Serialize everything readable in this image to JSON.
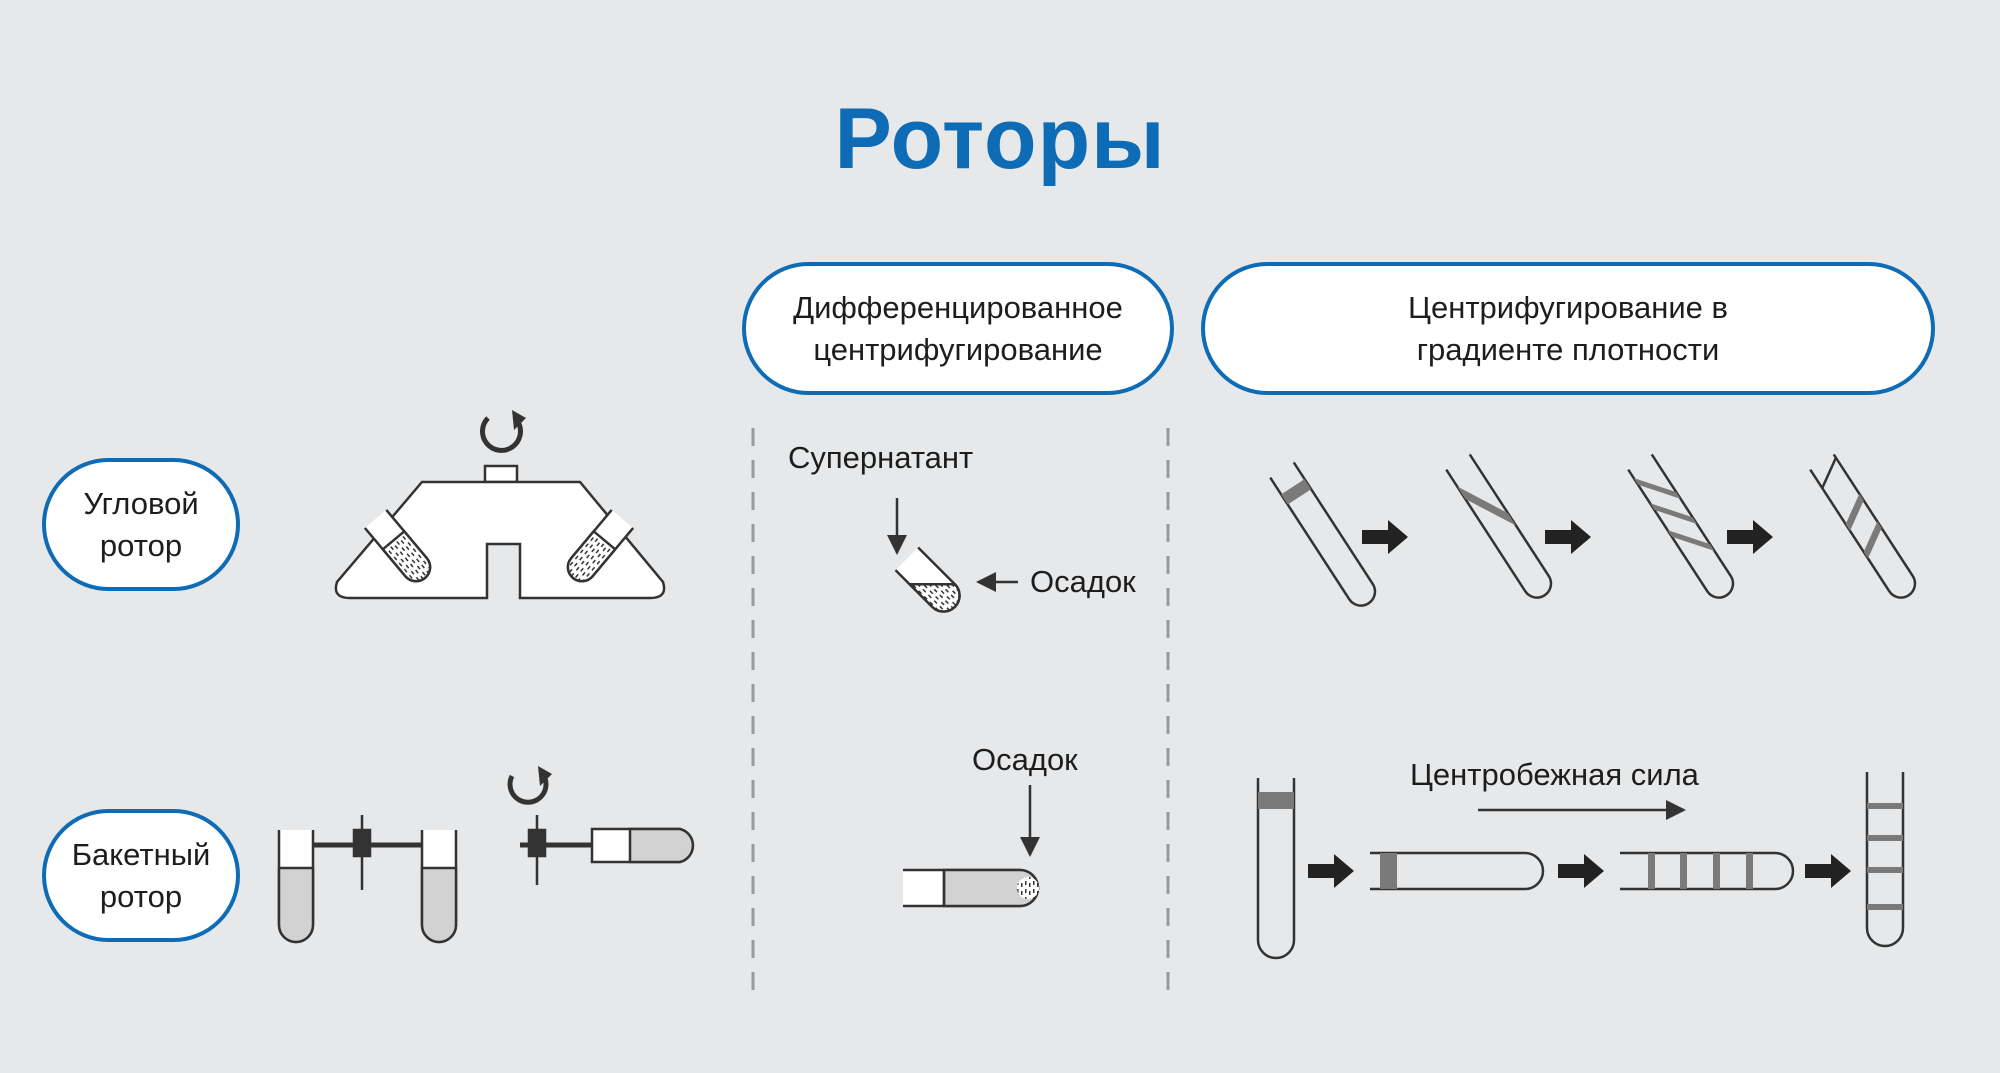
{
  "title": "Роторы",
  "columns": {
    "differential": {
      "line1": "Дифференцированное",
      "line2": "центрифугирование"
    },
    "gradient": {
      "line1": "Центрифугирование в",
      "line2": "градиенте плотности"
    }
  },
  "rows": {
    "angle": {
      "line1": "Угловой",
      "line2": "ротор"
    },
    "bucket": {
      "line1": "Бакетный",
      "line2": "ротор"
    }
  },
  "annotations": {
    "supernatant": "Супернатант",
    "sediment_angle": "Осадок",
    "sediment_bucket": "Осадок",
    "centrifugal_force": "Центробежная сила"
  },
  "colors": {
    "accent": "#0d6cb5",
    "background": "#e6e8ea",
    "line": "#333333",
    "band": "#7a7a7a",
    "tube_fill": "#d2d2d2"
  }
}
